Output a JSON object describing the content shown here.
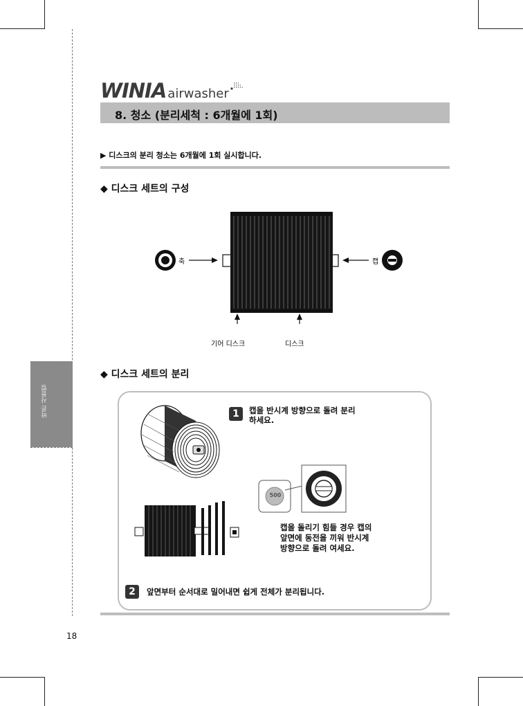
{
  "logo": {
    "brand": "WINIA",
    "product": "airwasher"
  },
  "side_tab": {
    "label": "바른 사용법"
  },
  "section": {
    "title": "8. 청소 (분리세척 : 6개월에 1회)"
  },
  "intro": {
    "text": "▶ 디스크의 분리 청소는 6개월에 1회 실시합니다."
  },
  "composition": {
    "heading": "◆ 디스크 세트의 구성",
    "label_shaft": "축",
    "label_cap": "캡",
    "label_gear_disk": "기어 디스크",
    "label_disk": "디스크"
  },
  "separation": {
    "heading": "◆ 디스크 세트의 분리",
    "step1_number": "1",
    "step1_line1": "캡을 반시계 방향으로 돌려 분리",
    "step1_line2": "하세요.",
    "coin_label": "500",
    "tip_line1": "캡을 돌리기 힘들 경우 캡의",
    "tip_line2": "앞면에 동전을 끼워 반시계",
    "tip_line3": "방향으로 돌려 여세요.",
    "step2_number": "2",
    "step2_text": "앞면부터 순서대로 밀어내면 쉽게 전체가 분리됩니다."
  },
  "page": {
    "number": "18"
  }
}
